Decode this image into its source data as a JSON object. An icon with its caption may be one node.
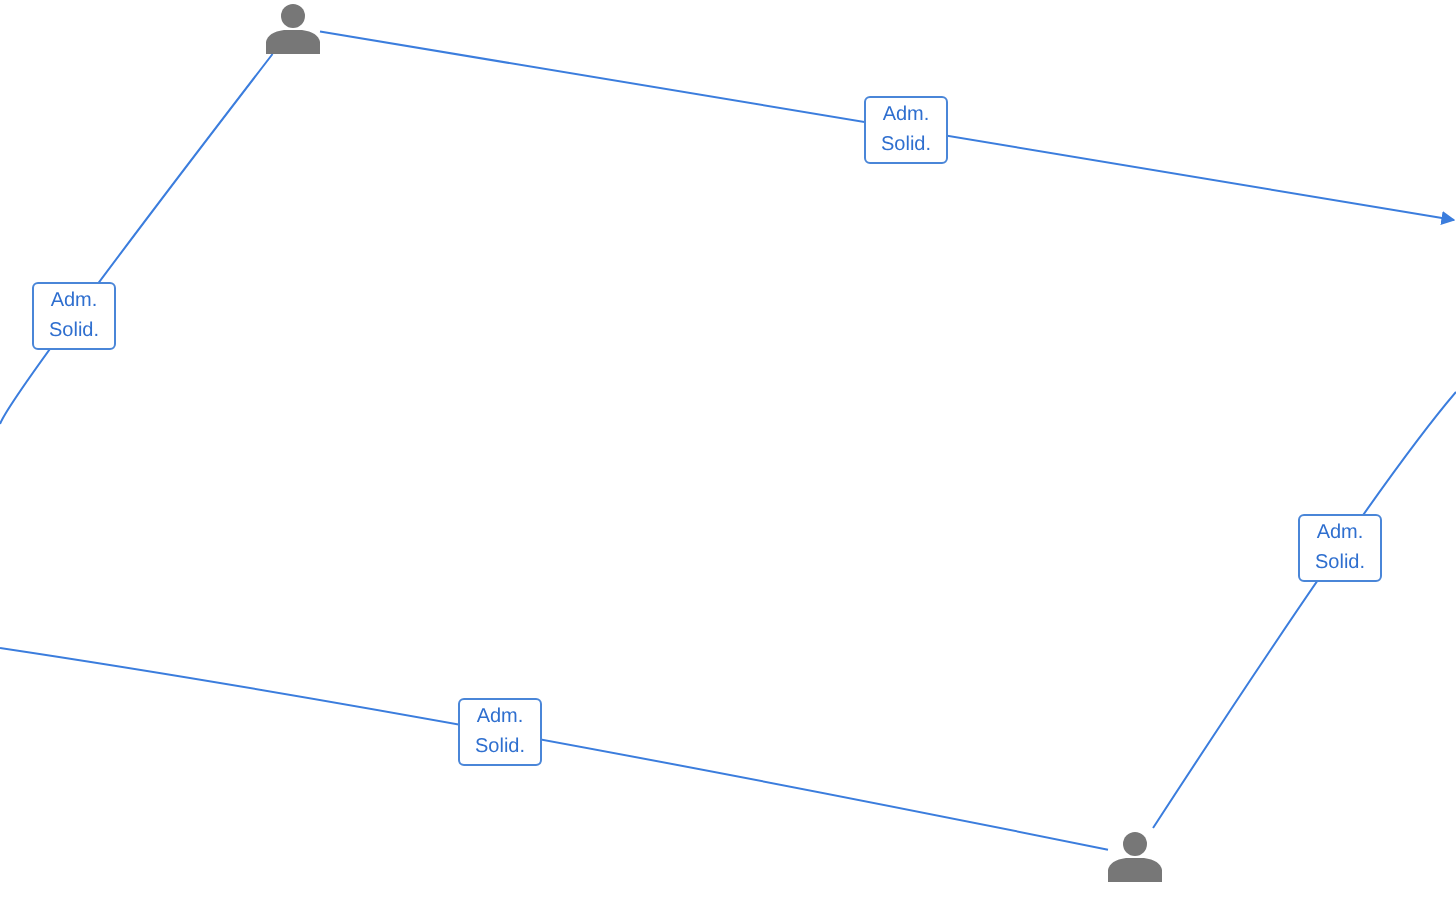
{
  "diagram": {
    "nodes": [
      {
        "text": [],
        "shape": "person"
      },
      {
        "text": [],
        "shape": "person"
      }
    ],
    "edges": [
      {
        "from": 0,
        "to": null,
        "arrow": "to",
        "label": "Adm. Solid."
      },
      {
        "from": 0,
        "to": null,
        "arrow": "none",
        "label": "Adm. Solid."
      },
      {
        "from": null,
        "to": 1,
        "arrow": "none",
        "label": "Adm. Solid."
      },
      {
        "from": 1,
        "to": null,
        "arrow": "none",
        "label": "Adm. Solid."
      }
    ]
  }
}
